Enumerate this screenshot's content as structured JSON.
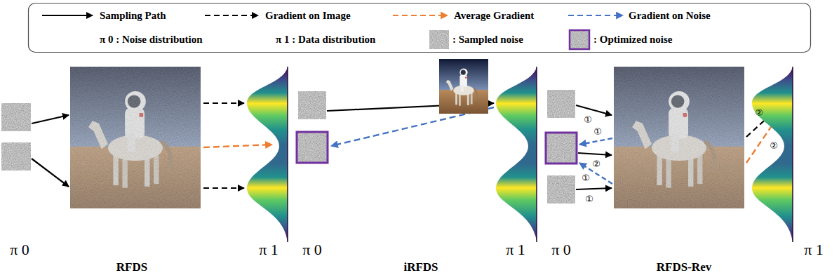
{
  "diagram": {
    "labels": [
      "π 0",
      "RFDS",
      "π 1",
      "π 0",
      "π 1",
      "iRFDS",
      "π 0",
      "①",
      "①",
      "②",
      "①",
      "①",
      "②",
      "②",
      "π 1",
      "RFDS-Rev"
    ],
    "legend": [
      {
        "text": "Sampling Path"
      },
      {
        "text": "Gradient on Image"
      },
      {
        "text": "Average Gradient"
      },
      {
        "text": "Gradient on Noise"
      },
      {
        "text": "π 0 : Noise distribution"
      },
      {
        "text": "π 1 : Data distribution"
      },
      {
        "text": ": Sampled noise"
      },
      {
        "text": ": Optimized noise"
      }
    ]
  }
}
